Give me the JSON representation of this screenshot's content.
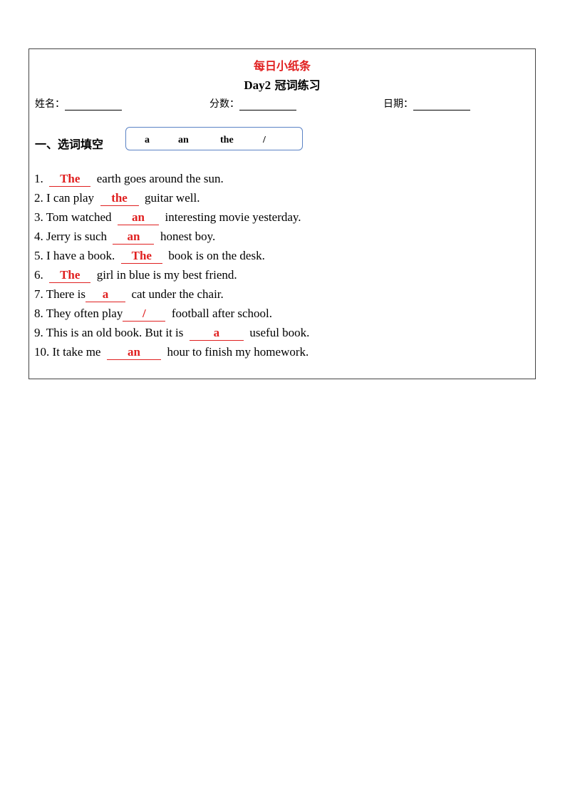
{
  "header": {
    "title": "每日小纸条",
    "subtitle_latin": "Day2",
    "subtitle_cn": "冠词练习",
    "name_label": "姓名：",
    "score_label": "分数：",
    "date_label": "日期："
  },
  "section": {
    "heading": "一、选词填空",
    "word_bank": [
      "a",
      "an",
      "the",
      "/"
    ]
  },
  "items": [
    {
      "num": "1.",
      "before": "",
      "answer": "The",
      "after": "earth goes around the sun."
    },
    {
      "num": "2.",
      "before": "I can play",
      "answer": "the",
      "after": "guitar well."
    },
    {
      "num": "3.",
      "before": "Tom watched",
      "answer": "an",
      "after": "interesting movie yesterday."
    },
    {
      "num": "4.",
      "before": "Jerry is such",
      "answer": "an",
      "after": "honest boy."
    },
    {
      "num": "5.",
      "before": "I have a book.",
      "answer": "The",
      "after": "book is on the desk."
    },
    {
      "num": "6.",
      "before": "",
      "answer": "The",
      "after": "girl in blue is my best friend."
    },
    {
      "num": "7.",
      "before": "There is",
      "answer": "a",
      "after": "cat under the chair."
    },
    {
      "num": "8.",
      "before": "They often play",
      "answer": "/",
      "after": "football after school."
    },
    {
      "num": "9.",
      "before": "This is an old book. But it is",
      "answer": "a",
      "after": "useful book."
    },
    {
      "num": "10.",
      "before": "It take me",
      "answer": "an",
      "after": "hour to finish my homework."
    }
  ],
  "colors": {
    "accent_red": "#e02020",
    "box_blue": "#5b83c5"
  }
}
